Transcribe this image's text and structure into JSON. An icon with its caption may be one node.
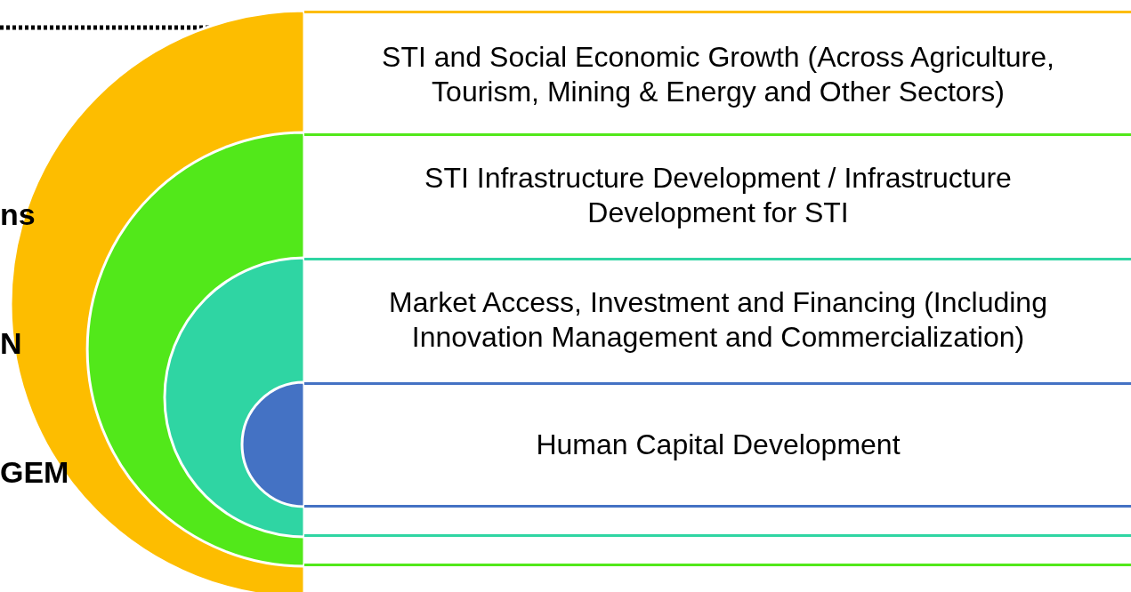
{
  "diagram": {
    "nodes": [
      {
        "text": [
          "STI and Social Economic Growth (Across Agriculture, Tourism, Mining & Energy and Other Sectors)"
        ]
      },
      {
        "text": [
          "STI Infrastructure Development / Infrastructure Development for STI"
        ],
        "in": 0
      },
      {
        "text": [
          "Market Access, Investment and Financing (Including Innovation Management and Commercialization)"
        ],
        "in": 1
      },
      {
        "text": [
          "Human Capital Development"
        ],
        "in": 2
      }
    ],
    "labels": [
      "ns",
      "N",
      "GEM"
    ]
  }
}
